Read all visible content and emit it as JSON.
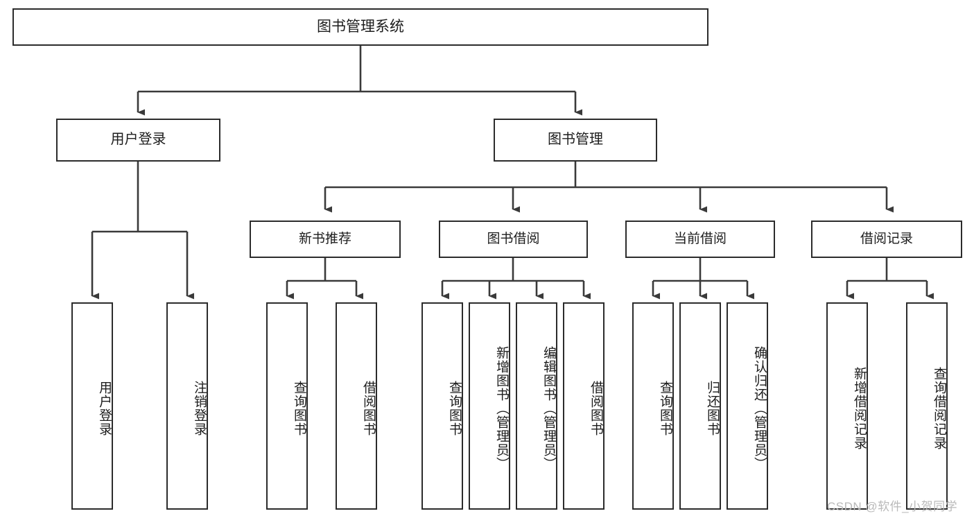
{
  "diagram": {
    "title": "图书管理系统",
    "type": "tree",
    "orientation": "top-down",
    "colors": {
      "node_border": "#2b2b2b",
      "node_fill": "#ffffff",
      "edge": "#3a3a3a",
      "text": "#1c1c1c",
      "watermark": "#b9b9b9",
      "background": "#ffffff"
    },
    "root": {
      "label": "图书管理系统"
    },
    "level2": [
      {
        "id": "user-login",
        "label": "用户登录"
      },
      {
        "id": "book-management",
        "label": "图书管理"
      }
    ],
    "level3": [
      {
        "id": "new-book-recommend",
        "label": "新书推荐",
        "parent": "book-management"
      },
      {
        "id": "book-borrow",
        "label": "图书借阅",
        "parent": "book-management"
      },
      {
        "id": "current-borrow",
        "label": "当前借阅",
        "parent": "book-management"
      },
      {
        "id": "borrow-record",
        "label": "借阅记录",
        "parent": "book-management"
      }
    ],
    "leaves": [
      {
        "id": "leaf-user-login",
        "label": "用户登录",
        "parent": "user-login"
      },
      {
        "id": "leaf-user-logout",
        "label": "注销登录",
        "parent": "user-login"
      },
      {
        "id": "leaf-query-book-1",
        "label": "查询图书",
        "parent": "new-book-recommend"
      },
      {
        "id": "leaf-borrow-book-1",
        "label": "借阅图书",
        "parent": "new-book-recommend"
      },
      {
        "id": "leaf-query-book-2",
        "label": "查询图书",
        "parent": "book-borrow"
      },
      {
        "id": "leaf-add-book",
        "label": "新增图书（管理员）",
        "parent": "book-borrow"
      },
      {
        "id": "leaf-edit-book",
        "label": "编辑图书（管理员）",
        "parent": "book-borrow"
      },
      {
        "id": "leaf-borrow-book-2",
        "label": "借阅图书",
        "parent": "book-borrow"
      },
      {
        "id": "leaf-query-book-3",
        "label": "查询图书",
        "parent": "current-borrow"
      },
      {
        "id": "leaf-return-book",
        "label": "归还图书",
        "parent": "current-borrow"
      },
      {
        "id": "leaf-confirm-return",
        "label": "确认归还（管理员）",
        "parent": "current-borrow"
      },
      {
        "id": "leaf-add-record",
        "label": "新增借阅记录",
        "parent": "borrow-record"
      },
      {
        "id": "leaf-query-record",
        "label": "查询借阅记录",
        "parent": "borrow-record"
      }
    ],
    "watermark": "CSDN @软件_小贺同学"
  }
}
